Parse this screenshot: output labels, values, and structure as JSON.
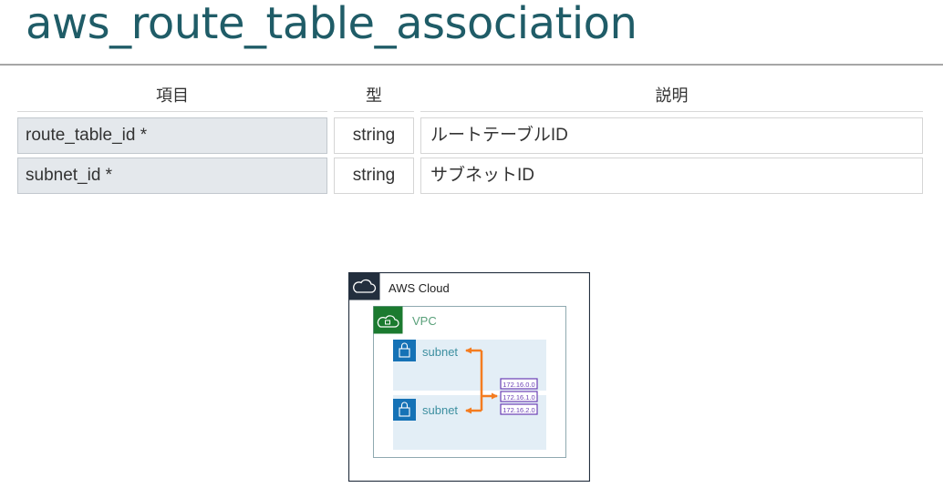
{
  "title": "aws_route_table_association",
  "table": {
    "headers": [
      "項目",
      "型",
      "説明"
    ],
    "rows": [
      {
        "name": "route_table_id *",
        "type": "string",
        "desc": "ルートテーブルID"
      },
      {
        "name": "subnet_id *",
        "type": "string",
        "desc": "サブネットID"
      }
    ]
  },
  "diagram": {
    "cloud_label": "AWS Cloud",
    "vpc_label": "VPC",
    "subnet1_label": "subnet",
    "subnet2_label": "subnet",
    "routes": [
      "172.16.0.0",
      "172.16.1.0",
      "172.16.2.0"
    ],
    "colors": {
      "title": "#1f5c67",
      "vpc": "#1b7a2f",
      "subnet_icon": "#1572b6",
      "arrow": "#f47c20",
      "route": "#6a3fb5"
    }
  }
}
